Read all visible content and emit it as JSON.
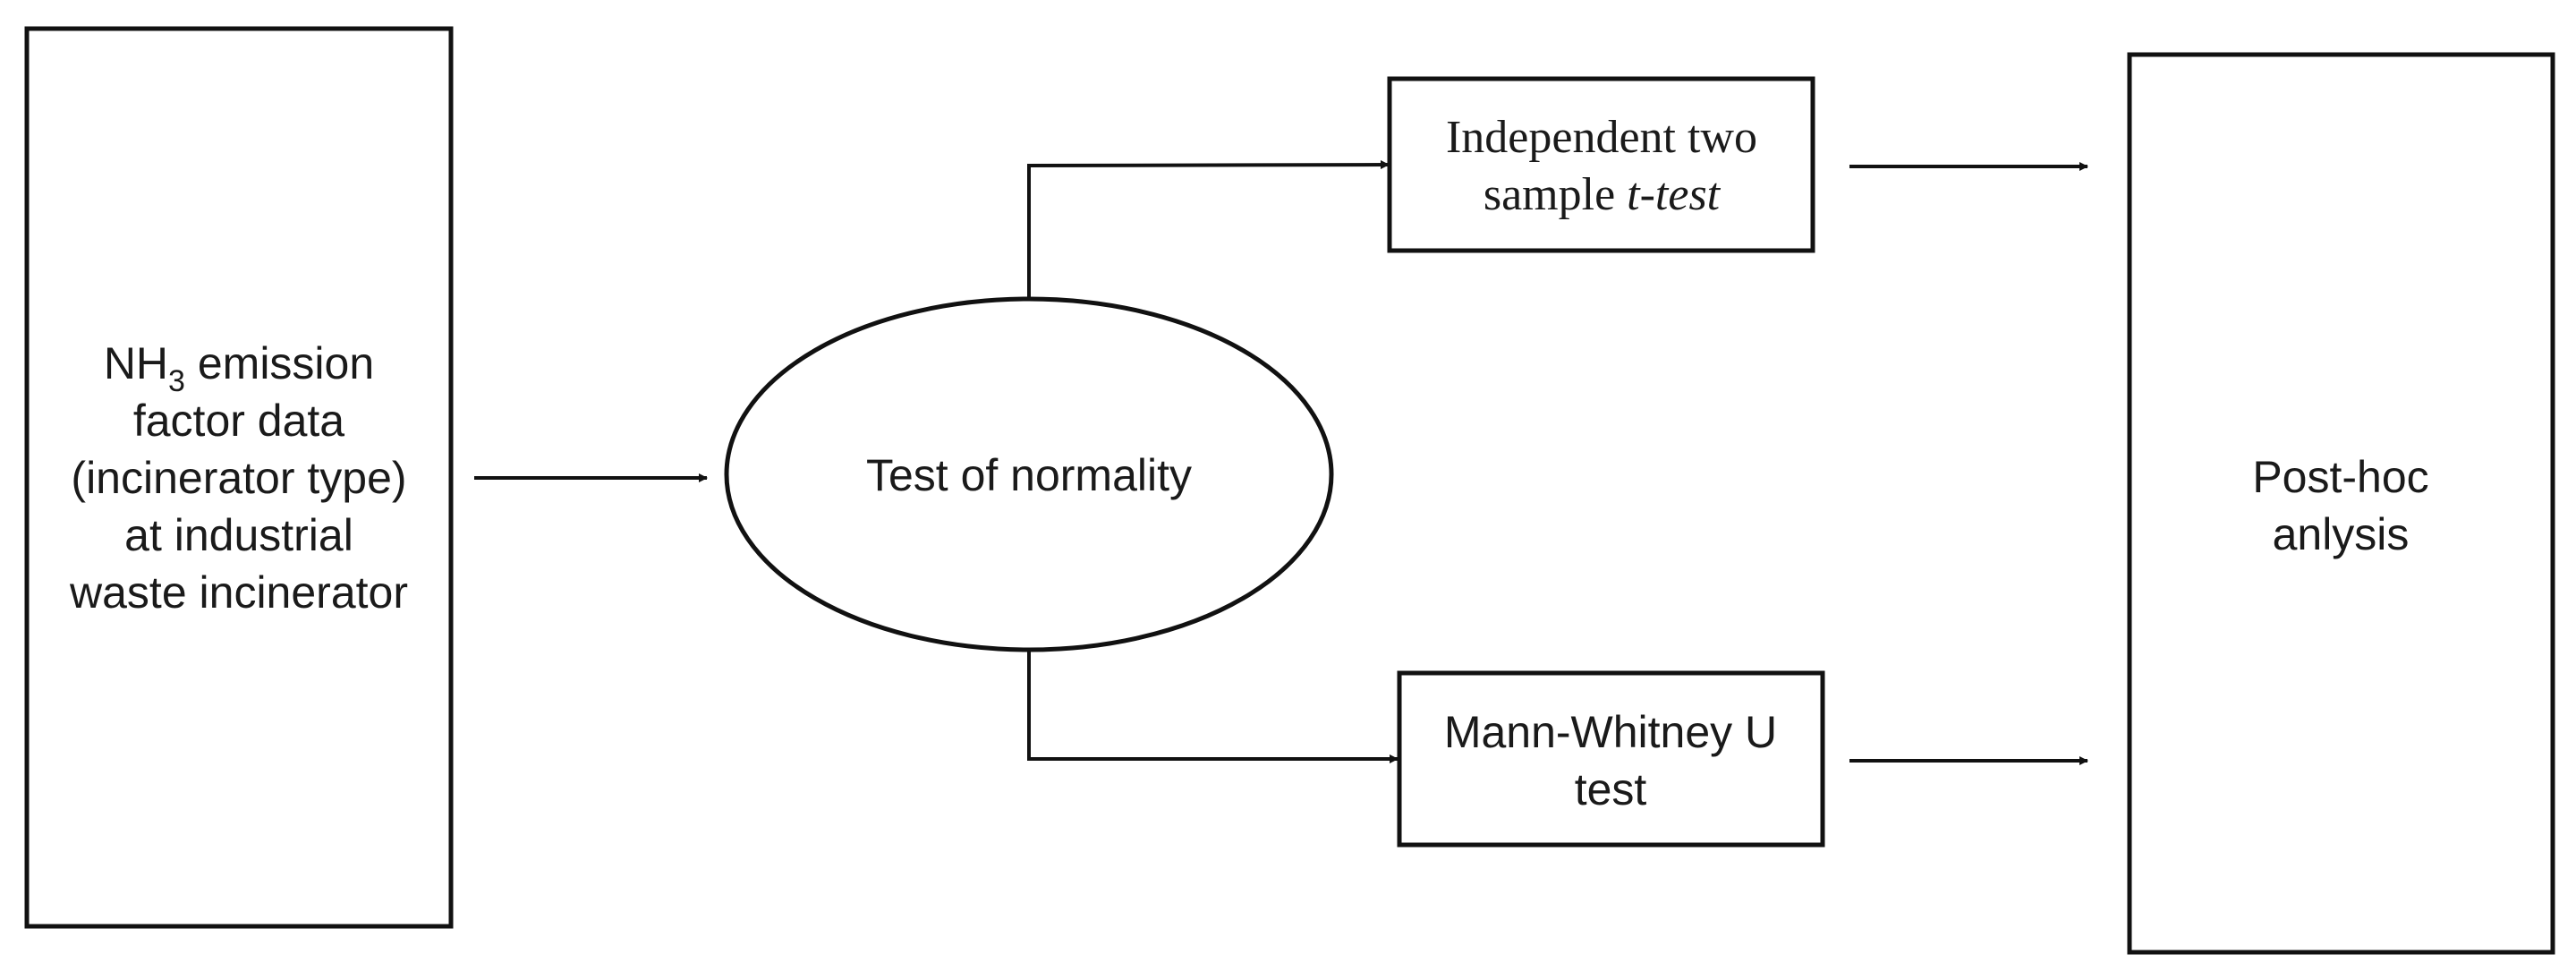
{
  "nodes": {
    "input": {
      "lines": [
        "NH",
        "3",
        " emission",
        "factor data",
        "(incinerator type)",
        "at industrial",
        "waste incinerator"
      ]
    },
    "normality": {
      "label": "Test of normality"
    },
    "ttest": {
      "line1": "Independent two",
      "line2_prefix": "sample ",
      "line2_italic": "t-test"
    },
    "mannwhitney": {
      "line1": "Mann-Whitney U",
      "line2": "test"
    },
    "posthoc": {
      "line1": "Post-hoc",
      "line2": "anlysis"
    }
  }
}
